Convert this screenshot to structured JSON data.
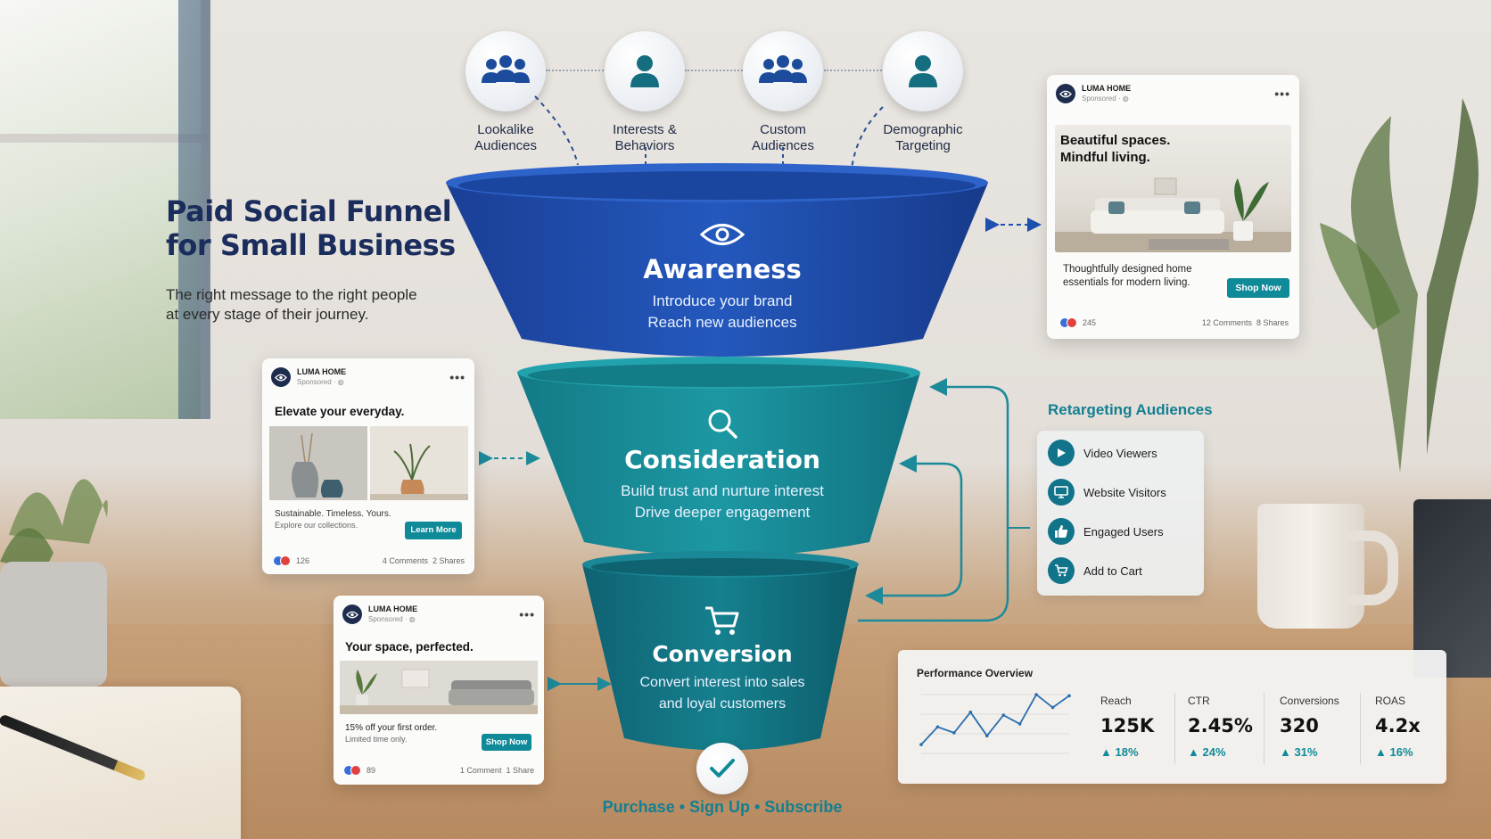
{
  "title_line1": "Paid Social Funnel",
  "title_line2": "for Small Business",
  "subtitle_line1": "The right message to the right people",
  "subtitle_line2": "at every stage of their journey.",
  "audiences": [
    {
      "line1": "Lookalike",
      "line2": "Audiences",
      "icon": "group-icon"
    },
    {
      "line1": "Interests &",
      "line2": "Behaviors",
      "icon": "person-icon"
    },
    {
      "line1": "Custom",
      "line2": "Audiences",
      "icon": "group-icon"
    },
    {
      "line1": "Demographic",
      "line2": "Targeting",
      "icon": "person-icon"
    }
  ],
  "stages": {
    "awareness": {
      "title": "Awareness",
      "line1": "Introduce your brand",
      "line2": "Reach new audiences",
      "icon": "eye-icon"
    },
    "consideration": {
      "title": "Consideration",
      "line1": "Build trust and nurture interest",
      "line2": "Drive deeper engagement",
      "icon": "search-icon"
    },
    "conversion": {
      "title": "Conversion",
      "line1": "Convert interest into sales",
      "line2": "and loyal customers",
      "icon": "cart-icon"
    }
  },
  "outcome": "Purchase • Sign Up • Subscribe",
  "ads": {
    "top": {
      "brand": "LUMA HOME",
      "sponsored": "Sponsored · ◍",
      "more": "•••",
      "headline_line1": "Beautiful spaces.",
      "headline_line2": "Mindful living.",
      "body_line1": "Thoughtfully designed home",
      "body_line2": "essentials for modern living.",
      "button": "Shop Now",
      "reactions": "245",
      "comments": "12 Comments",
      "shares": "8 Shares"
    },
    "middle": {
      "brand": "LUMA HOME",
      "sponsored": "Sponsored · ◍",
      "more": "•••",
      "headline": "Elevate your everyday.",
      "body_line1": "Sustainable. Timeless. Yours.",
      "body_line2": "Explore our collections.",
      "button": "Learn More",
      "reactions": "126",
      "comments": "4 Comments",
      "shares": "2 Shares"
    },
    "bottom": {
      "brand": "LUMA HOME",
      "sponsored": "Sponsored · ◍",
      "more": "•••",
      "headline": "Your space, perfected.",
      "body_line1": "15% off your first order.",
      "body_line2": "Limited time only.",
      "button": "Shop Now",
      "reactions": "89",
      "comments": "1 Comment",
      "shares": "1 Share"
    }
  },
  "retargeting": {
    "title": "Retargeting Audiences",
    "items": [
      {
        "label": "Video Viewers",
        "icon": "play-icon"
      },
      {
        "label": "Website Visitors",
        "icon": "monitor-icon"
      },
      {
        "label": "Engaged Users",
        "icon": "thumbs-up-icon"
      },
      {
        "label": "Add to Cart",
        "icon": "cart-icon"
      }
    ]
  },
  "performance": {
    "title": "Performance Overview",
    "metrics": [
      {
        "label": "Reach",
        "value": "125K",
        "change": "▲ 18%"
      },
      {
        "label": "CTR",
        "value": "2.45%",
        "change": "▲ 24%"
      },
      {
        "label": "Conversions",
        "value": "320",
        "change": "▲ 31%"
      },
      {
        "label": "ROAS",
        "value": "4.2x",
        "change": "▲ 16%"
      }
    ],
    "spark": [
      0.15,
      0.45,
      0.35,
      0.7,
      0.3,
      0.65,
      0.5,
      1.0,
      0.78,
      0.98
    ],
    "colors": {
      "line": "#2a6fb0",
      "accent": "#0f8a99"
    }
  },
  "colors": {
    "awareness": "#1d4fae",
    "consideration": "#178b96",
    "conversion": "#12707f",
    "title": "#1b2d5c"
  }
}
